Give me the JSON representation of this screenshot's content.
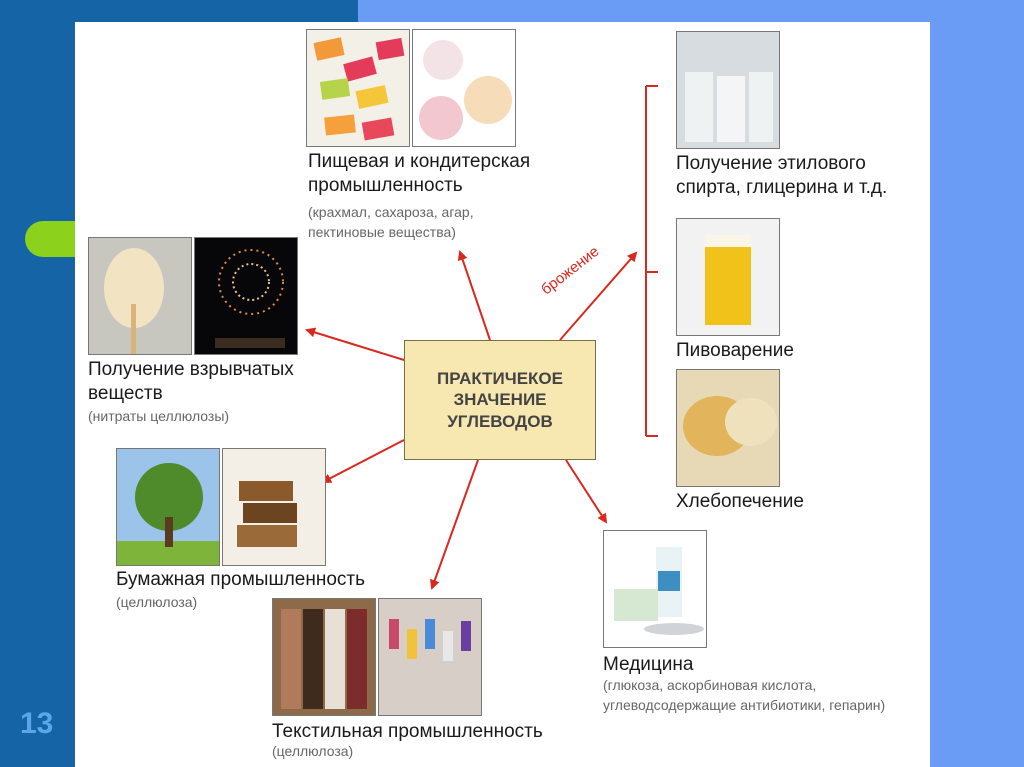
{
  "slide_number": "13",
  "center_title": "ПРАКТИЧЕКОЕ ЗНАЧЕНИЕ УГЛЕВОДОВ",
  "fermentation_label": "брожение",
  "nodes": {
    "food": {
      "title": "Пищевая и кондитерская промышленность",
      "note": "(крахмал, сахароза, агар, пектиновые вещества)"
    },
    "explosives": {
      "title": "Получение взрывчатых веществ",
      "note": "(нитраты целлюлозы)"
    },
    "paper": {
      "title": "Бумажная промышленность",
      "note": "(целлюлоза)"
    },
    "textile": {
      "title": "Текстильная промышленность",
      "note": "(целлюлоза)"
    },
    "medicine": {
      "title": "Медицина",
      "note": "(глюкоза, аскорбиновая кислота, углеводсодержащие антибиотики, гепарин)"
    },
    "ethanol": {
      "title": "Получение этилового спирта, глицерина и т.д."
    },
    "brewing": {
      "title": "Пивоварение"
    },
    "baking": {
      "title": "Хлебопечение"
    }
  },
  "colors": {
    "arrow": "#d9281e",
    "center_fill": "#f7e7b0",
    "left_band": "#1565a6",
    "right_band": "#6a9cf5",
    "tab": "#8cd11c"
  }
}
